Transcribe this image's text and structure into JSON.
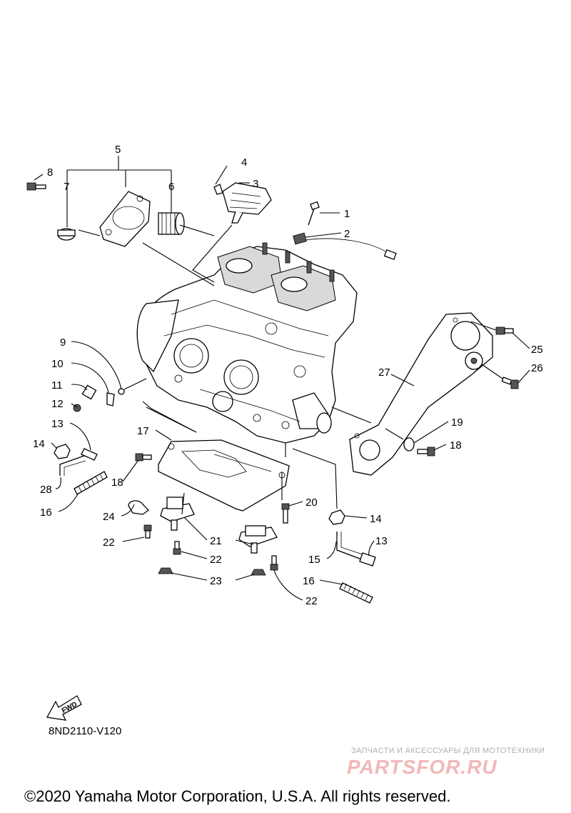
{
  "diagram": {
    "callouts": [
      "1",
      "2",
      "3",
      "4",
      "5",
      "6",
      "7",
      "8",
      "9",
      "10",
      "11",
      "12",
      "13",
      "14",
      "15",
      "16",
      "17",
      "18",
      "19",
      "20",
      "21",
      "22",
      "23",
      "24",
      "25",
      "26",
      "27",
      "28"
    ],
    "callout_13b": "13",
    "callout_14b": "14",
    "callout_16b": "16",
    "callout_18b": "18",
    "callout_22b": "22",
    "callout_22c": "22",
    "fwd_label": "FWD",
    "diagram_code": "8ND2110-V120"
  },
  "watermark": {
    "tagline": "ЗАПЧАСТИ И АКСЕССУАРЫ ДЛЯ МОТОТЕХНИКИ",
    "logo": "PARTSFOR.RU"
  },
  "footer": {
    "copyright": "©2020 Yamaha Motor Corporation, U.S.A. All rights reserved."
  }
}
